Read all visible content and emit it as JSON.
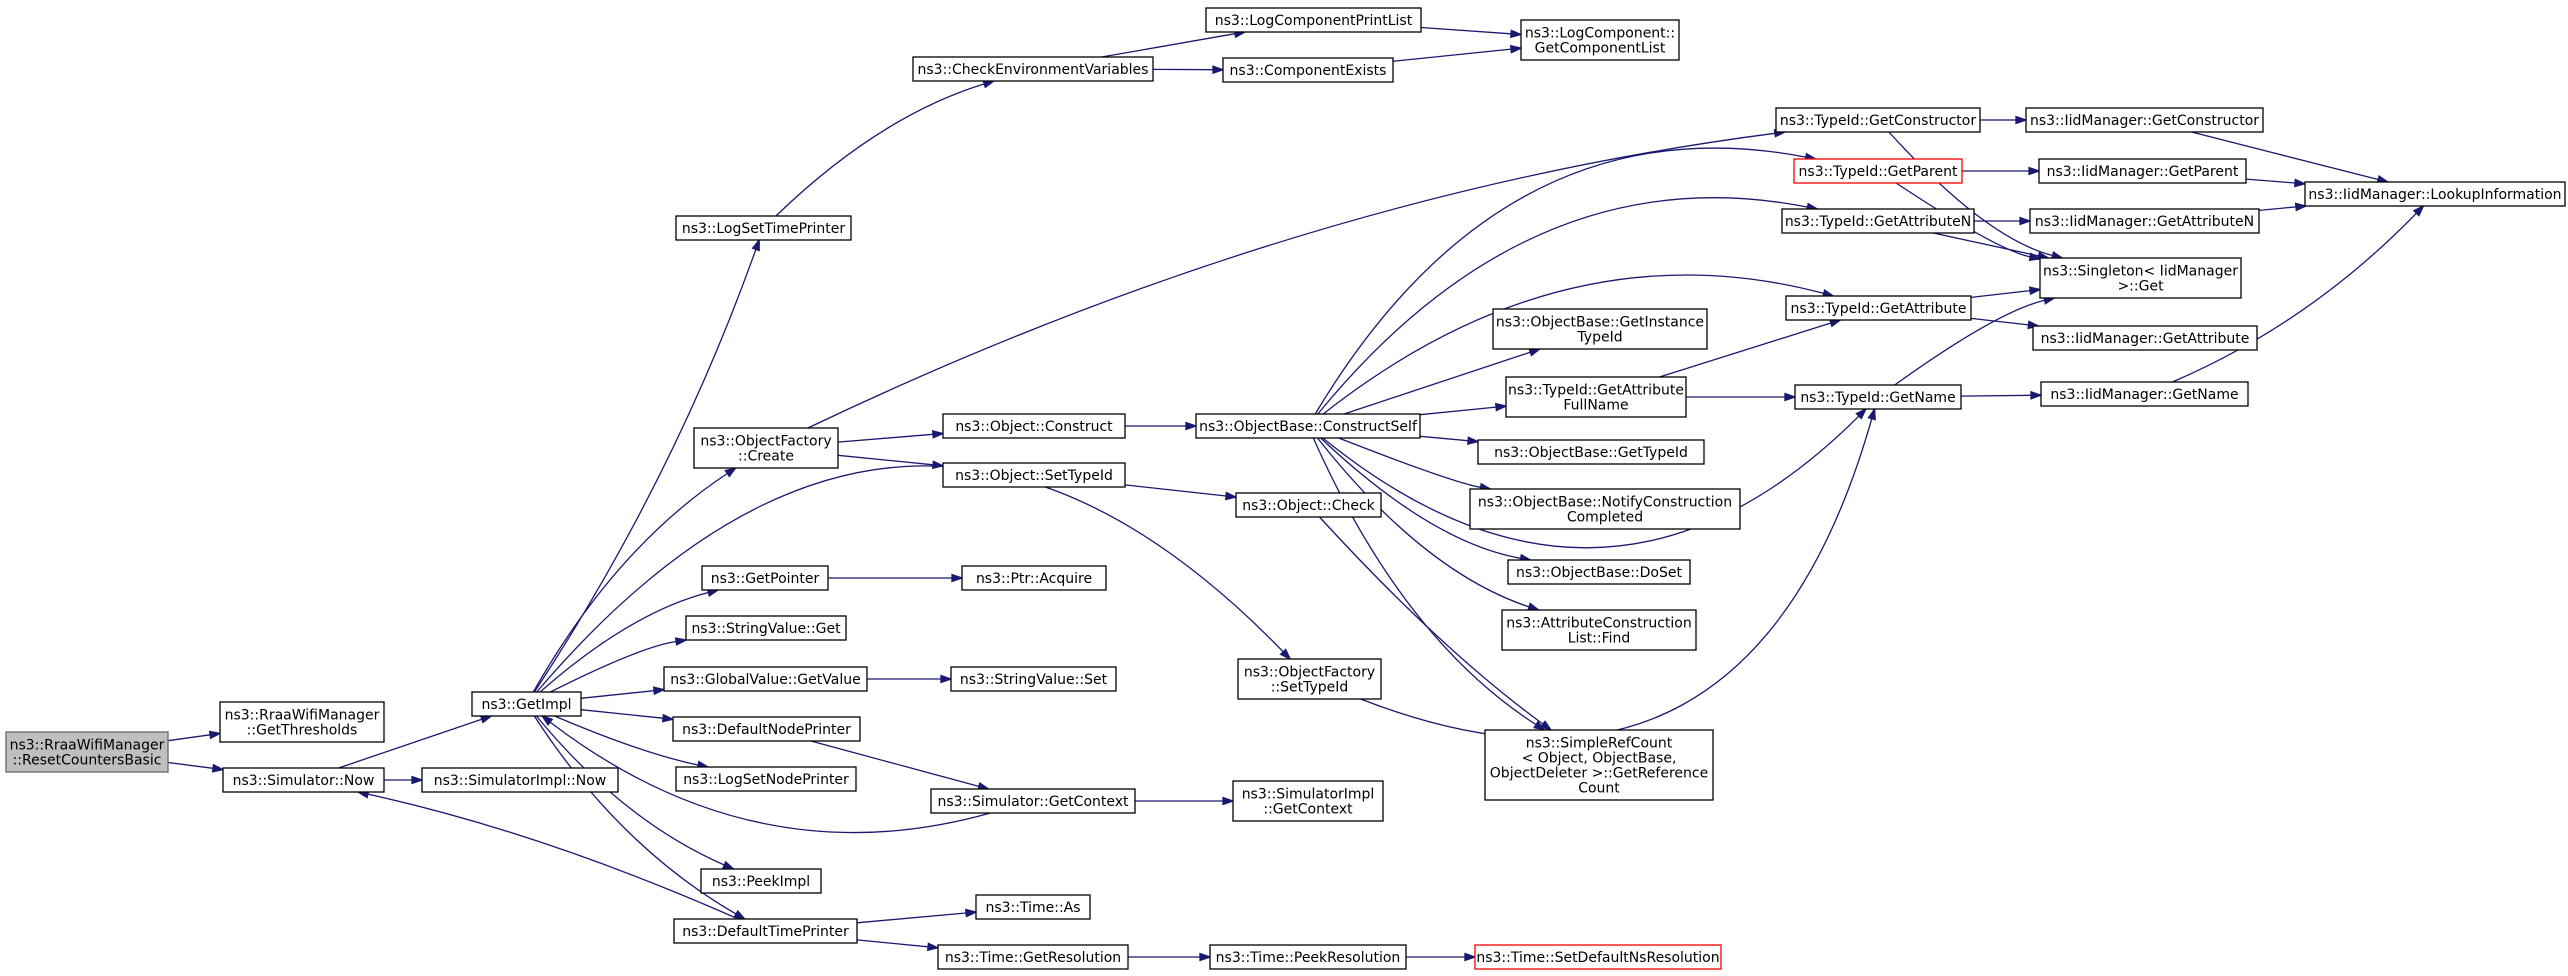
{
  "colors": {
    "edge": "#191970",
    "node_border": "#000000",
    "root_fill": "#bfbfbf",
    "root_border": "#666666",
    "highlight_border": "#ff0000"
  },
  "nodes": {
    "reset_counters_basic": [
      "ns3::RraaWifiManager",
      "::ResetCountersBasic"
    ],
    "get_thresholds": [
      "ns3::RraaWifiManager",
      "::GetThresholds"
    ],
    "simulator_now": [
      "ns3::Simulator::Now"
    ],
    "get_impl": [
      "ns3::GetImpl"
    ],
    "simulator_impl_now": [
      "ns3::SimulatorImpl::Now"
    ],
    "log_set_time_printer": [
      "ns3::LogSetTimePrinter"
    ],
    "check_env_vars": [
      "ns3::CheckEnvironmentVariables"
    ],
    "log_component_print_list": [
      "ns3::LogComponentPrintList"
    ],
    "component_exists": [
      "ns3::ComponentExists"
    ],
    "log_component_get_list": [
      "ns3::LogComponent::",
      "GetComponentList"
    ],
    "object_factory_create": [
      "ns3::ObjectFactory",
      "::Create"
    ],
    "object_construct": [
      "ns3::Object::Construct"
    ],
    "object_set_type_id": [
      "ns3::Object::SetTypeId"
    ],
    "object_base_construct_self": [
      "ns3::ObjectBase::ConstructSelf"
    ],
    "object_check": [
      "ns3::Object::Check"
    ],
    "get_pointer": [
      "ns3::GetPointer"
    ],
    "ptr_acquire": [
      "ns3::Ptr::Acquire"
    ],
    "string_value_get": [
      "ns3::StringValue::Get"
    ],
    "global_value_get_value": [
      "ns3::GlobalValue::GetValue"
    ],
    "string_value_set": [
      "ns3::StringValue::Set"
    ],
    "default_node_printer": [
      "ns3::DefaultNodePrinter"
    ],
    "log_set_node_printer": [
      "ns3::LogSetNodePrinter"
    ],
    "simulator_get_context": [
      "ns3::Simulator::GetContext"
    ],
    "simulator_impl_get_context": [
      "ns3::SimulatorImpl",
      "::GetContext"
    ],
    "peek_impl": [
      "ns3::PeekImpl"
    ],
    "default_time_printer": [
      "ns3::DefaultTimePrinter"
    ],
    "time_as": [
      "ns3::Time::As"
    ],
    "time_get_resolution": [
      "ns3::Time::GetResolution"
    ],
    "time_peek_resolution": [
      "ns3::Time::PeekResolution"
    ],
    "time_set_default_ns_resolution": [
      "ns3::Time::SetDefaultNsResolution"
    ],
    "object_factory_set_type_id": [
      "ns3::ObjectFactory",
      "::SetTypeId"
    ],
    "typeid_get_constructor": [
      "ns3::TypeId::GetConstructor"
    ],
    "typeid_get_parent": [
      "ns3::TypeId::GetParent"
    ],
    "typeid_get_attribute_n": [
      "ns3::TypeId::GetAttributeN"
    ],
    "typeid_get_attribute": [
      "ns3::TypeId::GetAttribute"
    ],
    "object_base_get_instance_type_id": [
      "ns3::ObjectBase::GetInstance",
      "TypeId"
    ],
    "typeid_get_attribute_full_name": [
      "ns3::TypeId::GetAttribute",
      "FullName"
    ],
    "typeid_get_name": [
      "ns3::TypeId::GetName"
    ],
    "object_base_get_type_id": [
      "ns3::ObjectBase::GetTypeId"
    ],
    "object_base_notify_construction_completed": [
      "ns3::ObjectBase::NotifyConstruction",
      "Completed"
    ],
    "object_base_do_set": [
      "ns3::ObjectBase::DoSet"
    ],
    "attribute_construction_list_find": [
      "ns3::AttributeConstruction",
      "List::Find"
    ],
    "simple_ref_count_get_reference_count": [
      "ns3::SimpleRefCount",
      "< Object, ObjectBase,",
      "ObjectDeleter >::GetReference",
      "Count"
    ],
    "iid_get_constructor": [
      "ns3::IidManager::GetConstructor"
    ],
    "iid_get_parent": [
      "ns3::IidManager::GetParent"
    ],
    "iid_get_attribute_n": [
      "ns3::IidManager::GetAttributeN"
    ],
    "iid_get_attribute": [
      "ns3::IidManager::GetAttribute"
    ],
    "iid_get_name": [
      "ns3::IidManager::GetName"
    ],
    "singleton_get": [
      "ns3::Singleton< IidManager",
      " >::Get"
    ],
    "iid_lookup_information": [
      "ns3::IidManager::LookupInformation"
    ]
  }
}
